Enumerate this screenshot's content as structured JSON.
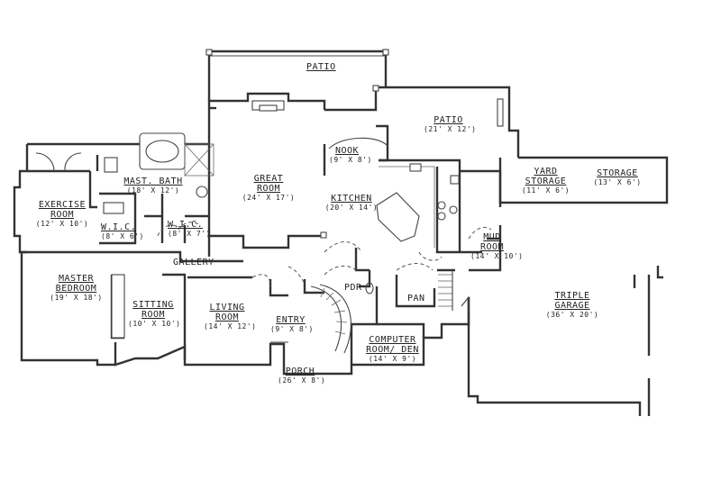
{
  "rooms": {
    "patio_top": {
      "name": "PATIO"
    },
    "patio_right": {
      "name": "PATIO",
      "dims": "(21' X 12')"
    },
    "nook": {
      "name": "NOOK",
      "dims": "(9' X 8')"
    },
    "mast_bath": {
      "name": "MAST. BATH",
      "dims": "(18' X 12')"
    },
    "great_room": {
      "name1": "GREAT",
      "name2": "ROOM",
      "dims": "(24' X 17')"
    },
    "kitchen": {
      "name": "KITCHEN",
      "dims": "(20' X 14')"
    },
    "yard_storage": {
      "name1": "YARD",
      "name2": "STORAGE",
      "dims": "(11' X 6')"
    },
    "storage": {
      "name": "STORAGE",
      "dims": "(13' X 6')"
    },
    "exercise_room": {
      "name1": "EXERCISE",
      "name2": "ROOM",
      "dims": "(12' X 10')"
    },
    "wic_left": {
      "name": "W.I.C.",
      "dims": "(8' X 6')"
    },
    "wic_right": {
      "name": "W.I.C.",
      "dims": "(8' X 7')"
    },
    "mud_room": {
      "name1": "MUD",
      "name2": "ROOM",
      "dims": "(14' X 10')"
    },
    "gallery": {
      "name": "GALLERY"
    },
    "master_bedroom": {
      "name1": "MASTER",
      "name2": "BEDROOM",
      "dims": "(19' X 18')"
    },
    "sitting_room": {
      "name1": "SITTING",
      "name2": "ROOM",
      "dims": "(10' X 10')"
    },
    "living_room": {
      "name1": "LIVING",
      "name2": "ROOM",
      "dims": "(14' X 12')"
    },
    "entry": {
      "name": "ENTRY",
      "dims": "(9' X 8')"
    },
    "pdr": {
      "name": "PDR"
    },
    "pan": {
      "name": "PAN"
    },
    "computer_room": {
      "name1": "COMPUTER",
      "name2": "ROOM/ DEN",
      "dims": "(14' X 9')"
    },
    "triple_garage": {
      "name1": "TRIPLE",
      "name2": "GARAGE",
      "dims": "(36' X 20')"
    },
    "porch": {
      "name": "PORCH",
      "dims": "(26' X 8')"
    }
  }
}
